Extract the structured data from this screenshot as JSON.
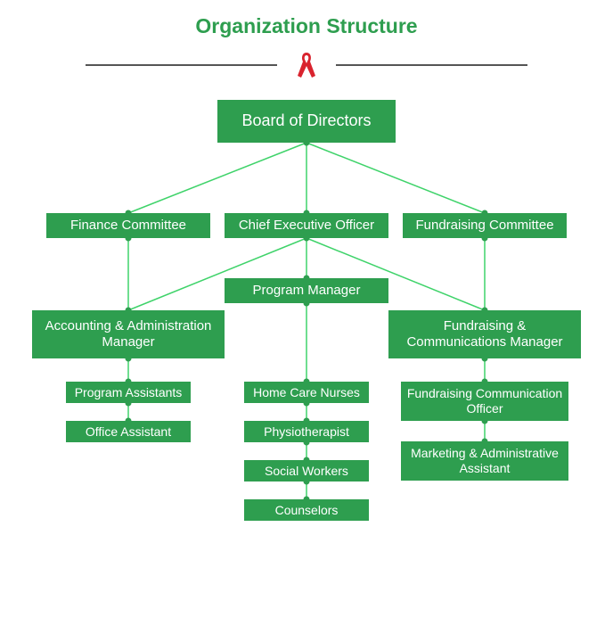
{
  "title": "Organization Structure",
  "icon": "red-ribbon-icon",
  "colors": {
    "box": "#2e9e4f",
    "line": "#3fd36a",
    "text": "#ffffff",
    "ribbon": "#d9232e",
    "rule": "#555555"
  },
  "nodes": {
    "board": "Board of Directors",
    "finance_committee": "Finance Committee",
    "ceo": "Chief Executive Officer",
    "fundraising_committee": "Fundraising Committee",
    "program_manager": "Program Manager",
    "accounting_admin_manager": "Accounting & Administration Manager",
    "fundraising_comm_manager": "Fundraising & Communications Manager",
    "program_assistants": "Program Assistants",
    "office_assistant": "Office Assistant",
    "home_care_nurses": "Home Care Nurses",
    "physiotherapist": "Physiotherapist",
    "social_workers": "Social Workers",
    "counselors": "Counselors",
    "fundraising_comm_officer": "Fundraising Communication Officer",
    "marketing_admin_assistant": "Marketing & Administrative Assistant"
  },
  "edges": [
    [
      "board",
      "finance_committee"
    ],
    [
      "board",
      "ceo"
    ],
    [
      "board",
      "fundraising_committee"
    ],
    [
      "finance_committee",
      "accounting_admin_manager"
    ],
    [
      "ceo",
      "accounting_admin_manager"
    ],
    [
      "ceo",
      "program_manager"
    ],
    [
      "ceo",
      "fundraising_comm_manager"
    ],
    [
      "fundraising_committee",
      "fundraising_comm_manager"
    ],
    [
      "accounting_admin_manager",
      "program_assistants"
    ],
    [
      "program_assistants",
      "office_assistant"
    ],
    [
      "program_manager",
      "home_care_nurses"
    ],
    [
      "home_care_nurses",
      "physiotherapist"
    ],
    [
      "physiotherapist",
      "social_workers"
    ],
    [
      "social_workers",
      "counselors"
    ],
    [
      "fundraising_comm_manager",
      "fundraising_comm_officer"
    ],
    [
      "fundraising_comm_officer",
      "marketing_admin_assistant"
    ]
  ]
}
